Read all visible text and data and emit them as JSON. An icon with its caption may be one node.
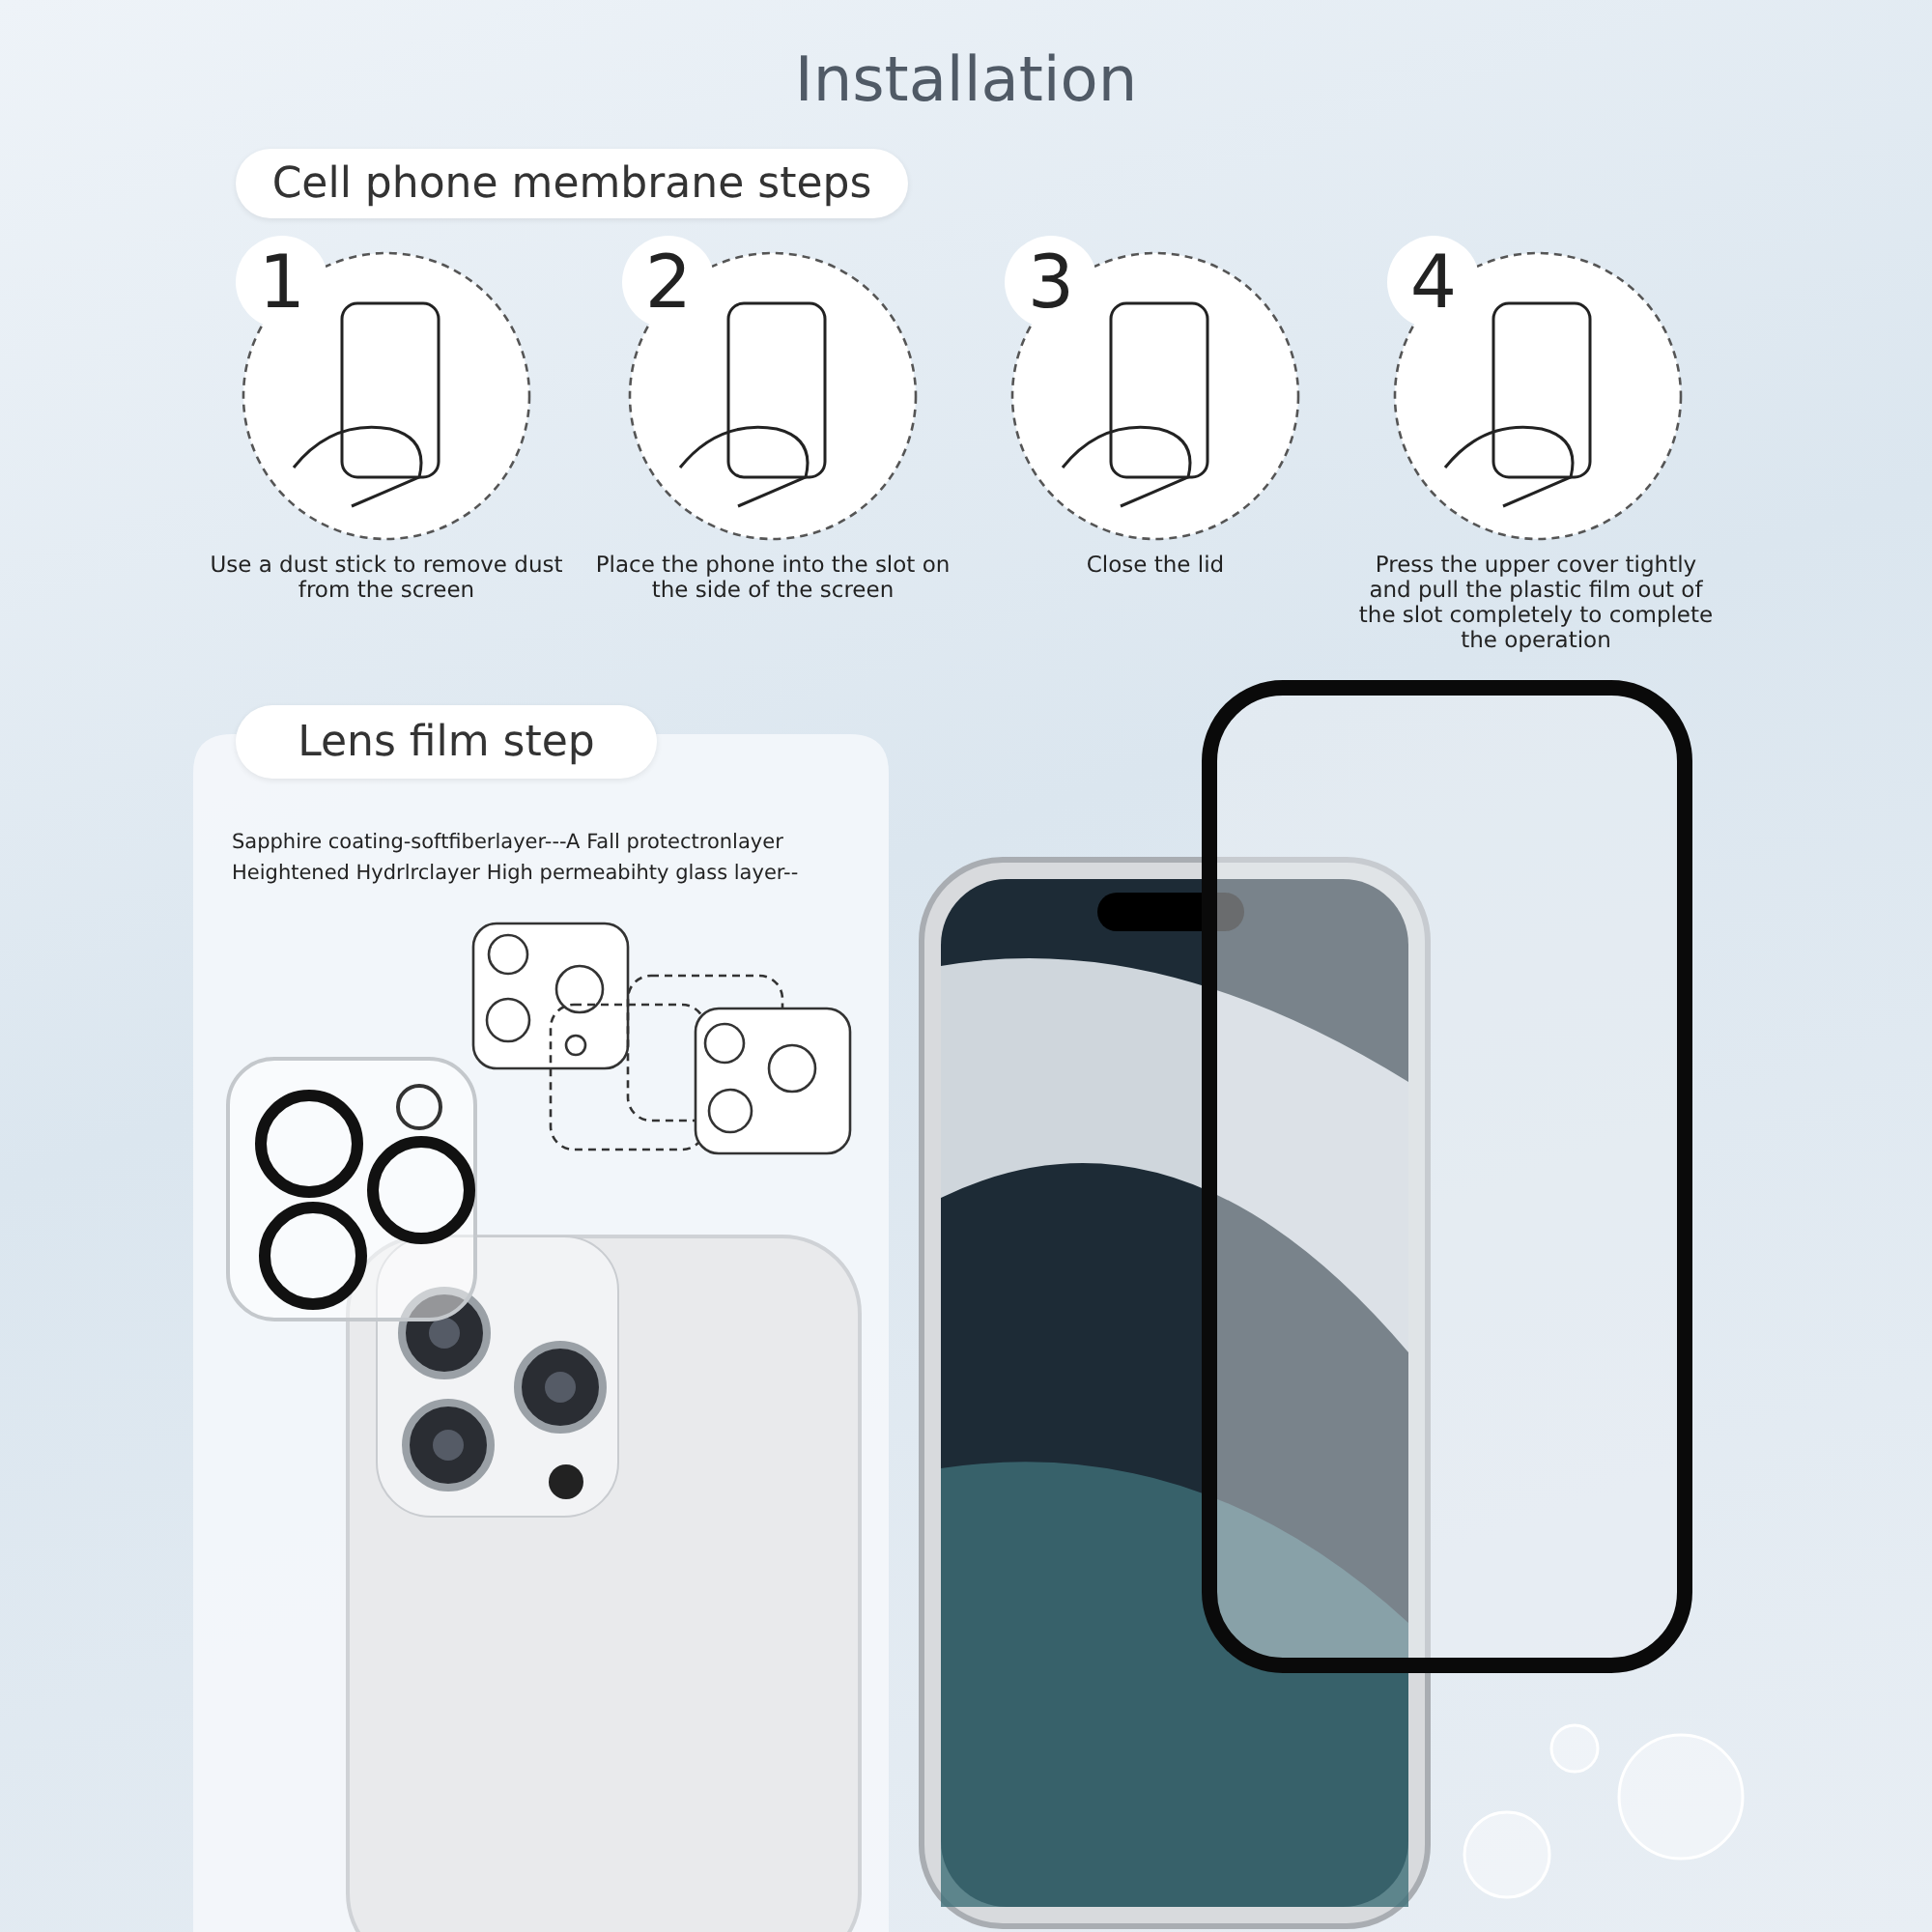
{
  "diagram": {
    "title": "Installation",
    "nodes": [
      {
        "text": [
          "Cell phone membrane steps"
        ]
      },
      {
        "text": [
          "1"
        ],
        "beside": [
          "Use a dust stick to remove dust from the screen"
        ]
      },
      {
        "text": [
          "2"
        ],
        "beside": [
          "Place the phone into the slot on the side of the screen"
        ]
      },
      {
        "text": [
          "3"
        ],
        "beside": [
          "Close the lid"
        ]
      },
      {
        "text": [
          "4"
        ],
        "beside": [
          "Press the upper cover tightly and pull the plastic film out of the slot completely to complete the operation"
        ]
      },
      {
        "text": [
          "Lens film step"
        ]
      }
    ],
    "edges": [],
    "labels": [
      "Sapphire coating-softfiberlayer---A  Fall protectronlayer",
      "Heightened Hydrlrclayer High permeabihty glass layer--"
    ]
  }
}
